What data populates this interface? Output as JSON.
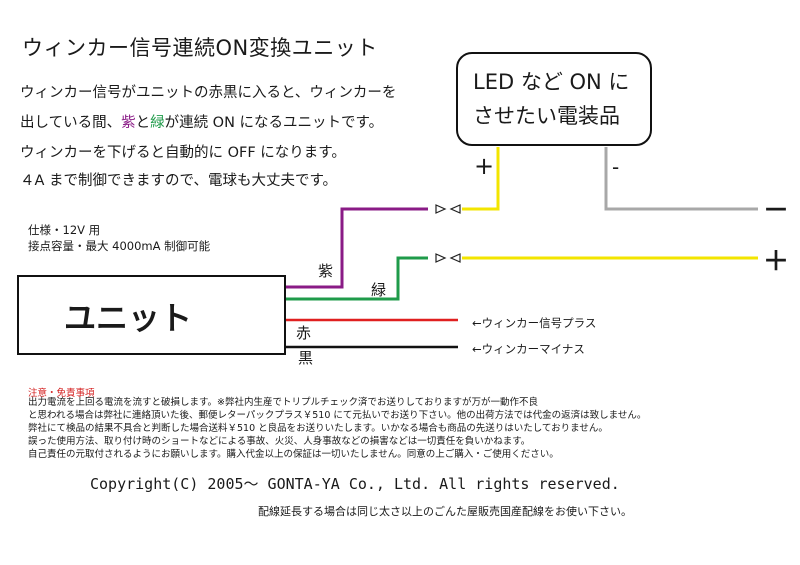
{
  "title": "ウィンカー信号連続ON変換ユニット",
  "description": {
    "line1": "ウィンカー信号がユニットの赤黒に入ると、ウィンカーを",
    "line2_pre": "出している間、",
    "line2_purple": "紫",
    "line2_mid": "と",
    "line2_green": "緑",
    "line2_post": "が連続 ON になるユニットです。",
    "line3": "ウィンカーを下げると自動的に OFF になります。",
    "line4": "４A まで制御できますので、電球も大丈夫です。"
  },
  "spec": {
    "line1": "仕様・12V 用",
    "line2": "接点容量・最大 4000mA 制御可能"
  },
  "device": {
    "line1": "LED など ON に",
    "line2": "させたい電装品",
    "plus": "+",
    "minus": "-"
  },
  "unit": {
    "label": "ユニット"
  },
  "wires": {
    "purple": "紫",
    "green": "緑",
    "red": "赤",
    "black": "黒"
  },
  "terminals": {
    "minus": "－",
    "plus": "＋"
  },
  "inputs": {
    "plus_label": "←ウィンカー信号プラス",
    "minus_label": "←ウィンカーマイナス"
  },
  "notice": {
    "title": "注意・免責事項",
    "lines": [
      "出力電流を上回る電流を流すと破損します。※弊社内生産でトリプルチェック済でお送りしておりますが万が一動作不良",
      "と思われる場合は弊社に連絡頂いた後、郵便レターパックプラス￥510 にて元払いでお送り下さい。他の出荷方法では代金の返済は致しません。",
      "弊社にて検品の結果不具合と判断した場合送料￥510 と良品をお送りいたします。いかなる場合も商品の先送りはいたしておりません。",
      "誤った使用方法、取り付け時のショートなどによる事故、火災、人身事故などの損害などは一切責任を負いかねます。",
      "自己責任の元取付されるようにお願いします。購入代金以上の保証は一切いたしません。同意の上ご購入・ご使用ください。"
    ]
  },
  "copyright": "Copyright(C)  2005～  GONTA-YA Co., Ltd.  All rights reserved.",
  "extension_note": "配線延長する場合は同じ太さ以上のごんた屋販売国産配線をお使い下さい。",
  "colors": {
    "purple": "#8a1b86",
    "green": "#1f9b4a",
    "yellow": "#f3e500",
    "gray": "#a8a8a8",
    "red": "#e02020",
    "black": "#111111",
    "notice_red": "#d42020"
  }
}
